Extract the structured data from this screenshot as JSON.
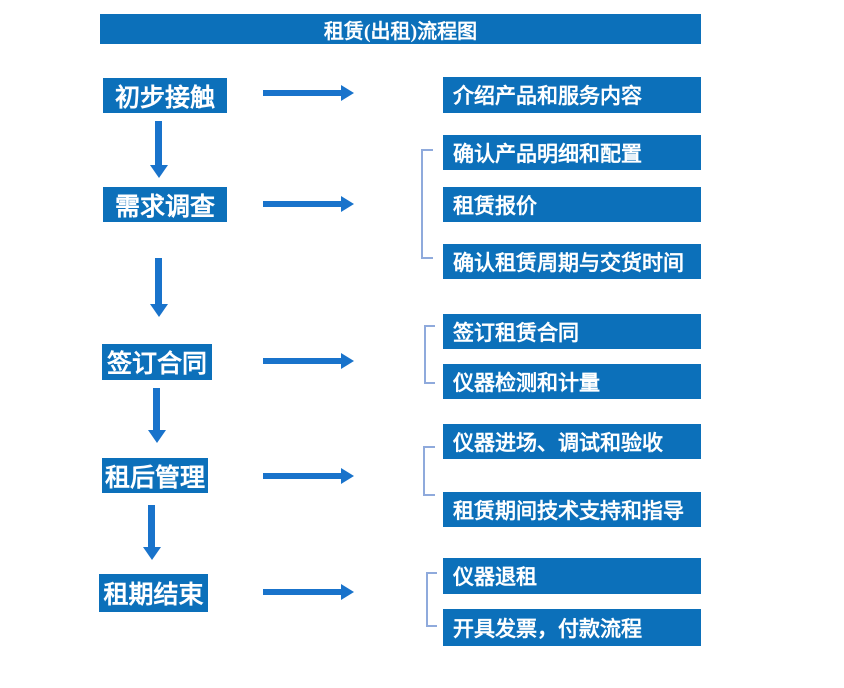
{
  "title": "租赁(出租)流程图",
  "colors": {
    "box-blue": "#0C70BA",
    "arrow-blue": "#1973CB",
    "bracket-blue": "#8FAADC",
    "text-white": "#FFFFFF",
    "background": "#FFFFFF"
  },
  "steps": [
    {
      "label": "初步接触",
      "details": [
        "介绍产品和服务内容"
      ]
    },
    {
      "label": "需求调查",
      "details": [
        "确认产品明细和配置",
        "租赁报价",
        "确认租赁周期与交货时间"
      ]
    },
    {
      "label": "签订合同",
      "details": [
        "签订租赁合同",
        "仪器检测和计量"
      ]
    },
    {
      "label": "租后管理",
      "details": [
        "仪器进场、调试和验收",
        "租赁期间技术支持和指导"
      ]
    },
    {
      "label": "租期结束",
      "details": [
        "仪器退租",
        "开具发票，付款流程"
      ]
    }
  ]
}
